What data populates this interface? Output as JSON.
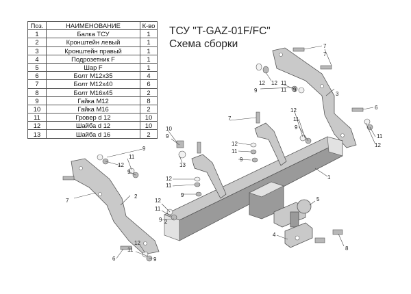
{
  "title": {
    "line1": "ТСУ \"T-GAZ-01F/FC\"",
    "line2": "Схема сборки"
  },
  "table": {
    "headers": {
      "pos": "Поз.",
      "name": "НАИМЕНОВАНИЕ",
      "qty": "К-во"
    },
    "rows": [
      {
        "pos": "1",
        "name": "Балка ТСУ",
        "qty": "1"
      },
      {
        "pos": "2",
        "name": "Кронштейн левый",
        "qty": "1"
      },
      {
        "pos": "3",
        "name": "Кронштейн правый",
        "qty": "1"
      },
      {
        "pos": "4",
        "name": "Подрозетник F",
        "qty": "1"
      },
      {
        "pos": "5",
        "name": "Шар F",
        "qty": "1"
      },
      {
        "pos": "6",
        "name": "Болт М12х35",
        "qty": "4"
      },
      {
        "pos": "7",
        "name": "Болт М12х40",
        "qty": "6"
      },
      {
        "pos": "8",
        "name": "Болт М16х45",
        "qty": "2"
      },
      {
        "pos": "9",
        "name": "Гайка М12",
        "qty": "8"
      },
      {
        "pos": "10",
        "name": "Гайка  М16",
        "qty": "2"
      },
      {
        "pos": "11",
        "name": "Гровер d 12",
        "qty": "10"
      },
      {
        "pos": "12",
        "name": "Шайба d 12",
        "qty": "10"
      },
      {
        "pos": "13",
        "name": "Шайба d 16",
        "qty": "2"
      }
    ]
  },
  "callouts": {
    "c1": "1",
    "c2_left": "2",
    "c2_bracket": "2",
    "c3": "3",
    "c4": "4",
    "c5": "5",
    "c6_right": "6",
    "c6_bottom": "6",
    "c7_top": "7",
    "c7_mid": "7",
    "c7_left": "7",
    "c8": "8",
    "c9_top": "9",
    "c9_topright": "9",
    "c9_left": "9",
    "c9_mid": "9",
    "c9_center": "9",
    "c10": "10",
    "c11_top": "11",
    "c11_right": "11",
    "c11_left": "11",
    "c11_center": "11",
    "c11_mid": "11",
    "c11_bottom": "11",
    "c11_righttop": "11",
    "c12_top": "12",
    "c12_right": "12",
    "c12_left": "12",
    "c12_center": "12",
    "c12_mid": "12",
    "c12_lower": "12",
    "c12_bottom": "12",
    "c12_righttop": "12",
    "c13": "13"
  }
}
